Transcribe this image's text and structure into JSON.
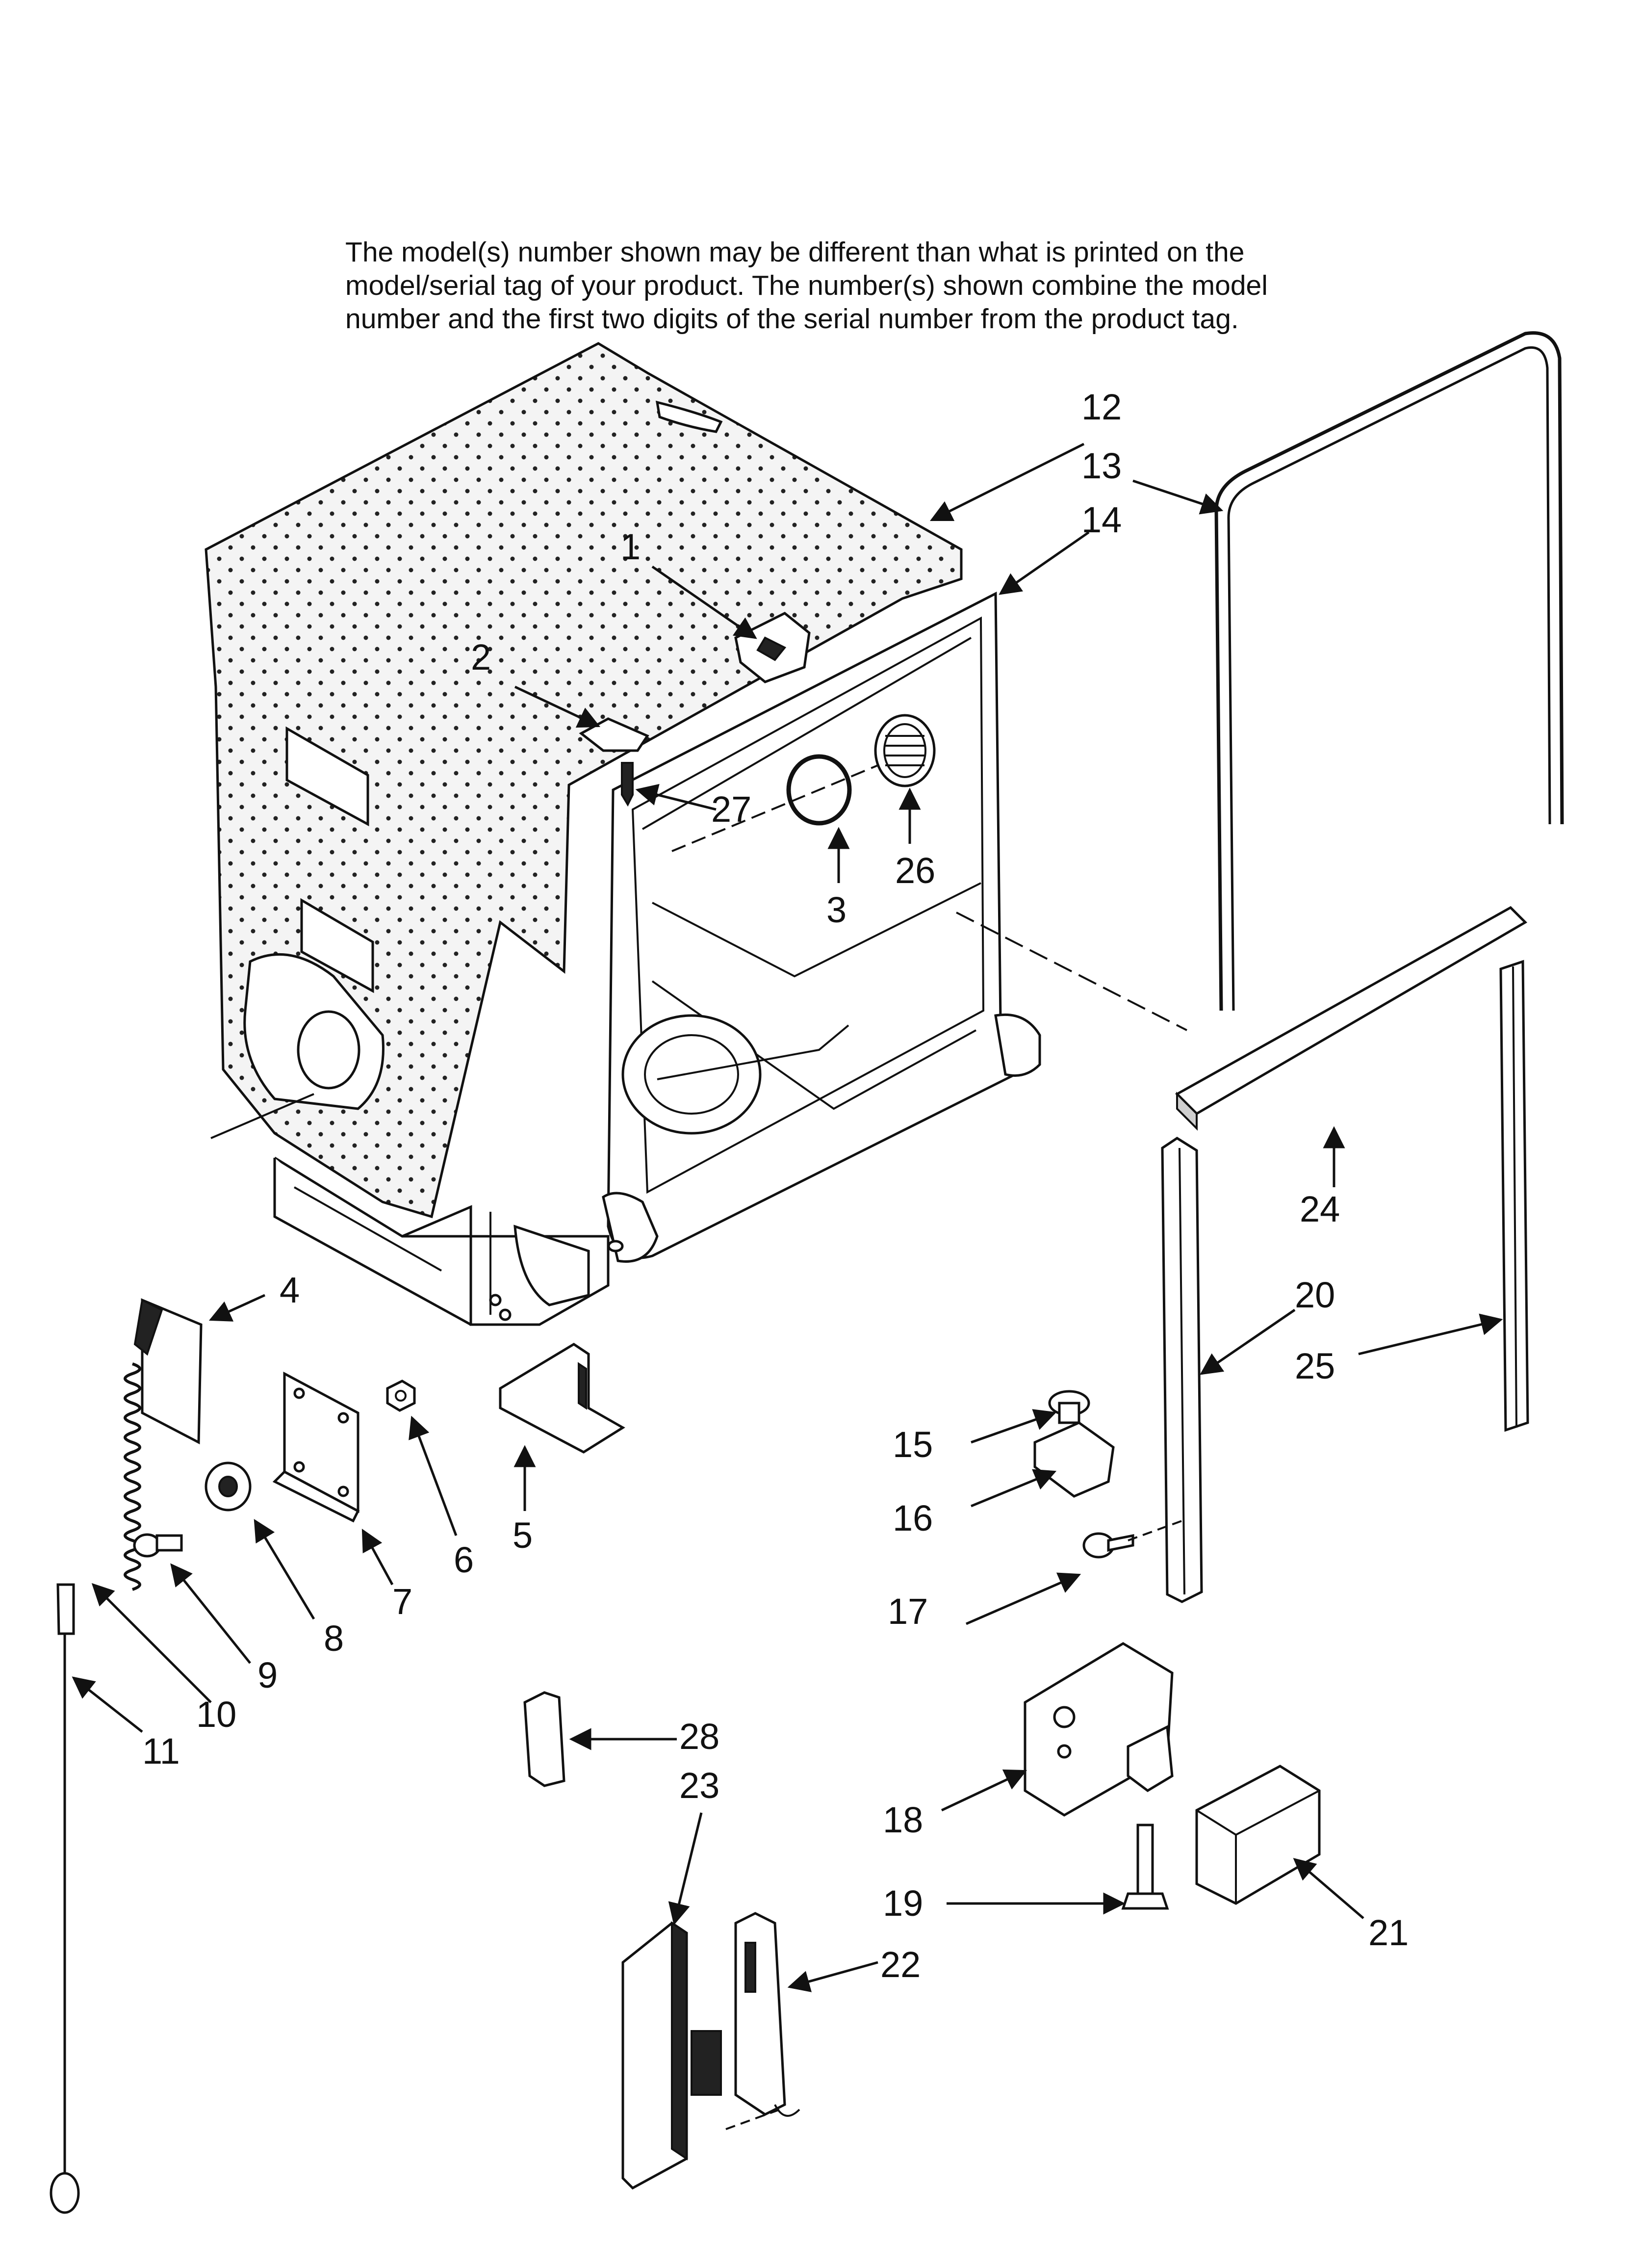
{
  "note": {
    "lines": [
      "The model(s) number shown may be different than what is printed on the",
      "model/serial tag of your product. The number(s) shown combine the model",
      "number and the first two digits of the serial number from the product tag."
    ]
  },
  "callouts": {
    "c1": "1",
    "c2": "2",
    "c3": "3",
    "c4": "4",
    "c5": "5",
    "c6": "6",
    "c7": "7",
    "c8": "8",
    "c9": "9",
    "c10": "10",
    "c11": "11",
    "c12": "12",
    "c13": "13",
    "c14": "14",
    "c15": "15",
    "c16": "16",
    "c17": "17",
    "c18": "18",
    "c19": "19",
    "c20": "20",
    "c21": "21",
    "c22": "22",
    "c23": "23",
    "c24": "24",
    "c25": "25",
    "c26": "26",
    "c27": "27",
    "c28": "28"
  }
}
